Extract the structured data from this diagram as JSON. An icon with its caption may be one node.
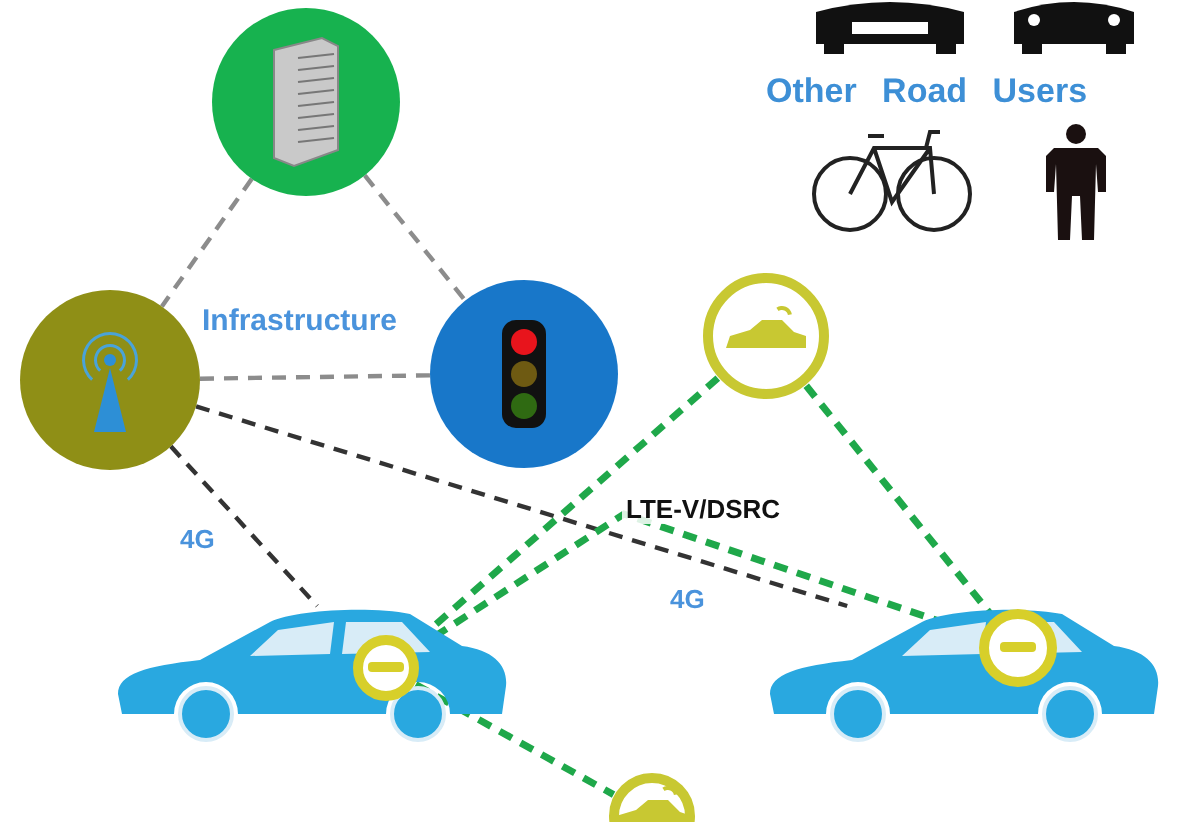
{
  "diagram": {
    "nodes": [
      {
        "text": [],
        "shape": "circle"
      },
      {
        "text": [],
        "shape": "circle"
      },
      {
        "text": [],
        "shape": "circle"
      },
      {
        "text": [],
        "shape": "circle"
      },
      {
        "text": [],
        "shape": "picture"
      },
      {
        "text": [],
        "shape": "circle",
        "in": 4
      },
      {
        "text": [],
        "shape": "picture"
      },
      {
        "text": [],
        "shape": "circle",
        "in": 6
      },
      {
        "text": [],
        "shape": "circle"
      }
    ],
    "edges": [
      {
        "from": 0,
        "to": 1,
        "arrow": "none",
        "style": "dashed",
        "color": "#8c8c8c"
      },
      {
        "from": 0,
        "to": 2,
        "arrow": "none",
        "style": "dashed",
        "color": "#8c8c8c"
      },
      {
        "from": 1,
        "to": 2,
        "arrow": "none",
        "style": "dashed",
        "color": "#8c8c8c"
      },
      {
        "from": 1,
        "to": 4,
        "arrow": "none",
        "style": "dashed",
        "color": "#333333"
      },
      {
        "from": 1,
        "to": 6,
        "arrow": "none",
        "style": "dashed",
        "color": "#333333"
      },
      {
        "from": 3,
        "to": 5,
        "arrow": "none",
        "style": "dashed",
        "color": "#1fa84a"
      },
      {
        "from": 5,
        "to": 7,
        "arrow": "none",
        "style": "dashed",
        "color": "#1fa84a",
        "label": "LTE-V/DSRC"
      },
      {
        "from": 3,
        "to": 7,
        "arrow": "none",
        "style": "dashed",
        "color": "#1fa84a"
      },
      {
        "from": 5,
        "to": 8,
        "arrow": "none",
        "style": "dashed",
        "color": "#1fa84a"
      }
    ],
    "labels": [
      "Other Road Users",
      "Infrastructure",
      "4G",
      "4G"
    ]
  }
}
